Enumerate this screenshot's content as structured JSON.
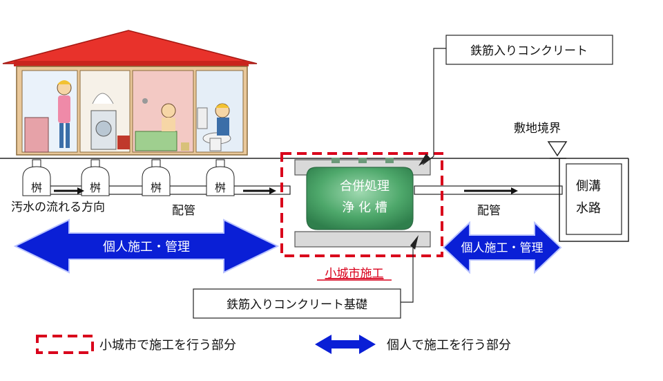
{
  "callouts": {
    "rebar_concrete": "鉄筋入りコンクリート",
    "rebar_concrete_foundation": "鉄筋入りコンクリート基礎"
  },
  "boundary_label": "敷地境界",
  "drain_label": [
    "側溝",
    "水路"
  ],
  "basin_label": "桝",
  "flow_direction_label": "汚水の流れる方向",
  "pipe_label_left": "配管",
  "pipe_label_right": "配管",
  "tank": {
    "line1": "合併処理",
    "line2": "浄 化 槽"
  },
  "city_work_label": "小城市施工",
  "individual_work_left": "個人施工・管理",
  "individual_work_right": "個人施工・管理",
  "legend": {
    "city_part": "小城市で施工を行う部分",
    "individual_part": "個人で施工を行う部分"
  },
  "colors": {
    "roof": "#e8322b",
    "arrow_blue": "#0a1fd6",
    "city_red": "#d9001b",
    "tank_green": "#3e9a5c",
    "concrete": "#d9d9d9"
  }
}
